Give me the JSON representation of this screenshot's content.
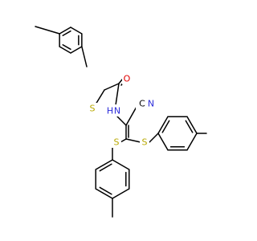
{
  "colors": {
    "background": "#ffffff",
    "bond": "#000000",
    "carbon": "#000000",
    "sulfur": "#b8a800",
    "nitrogen": "#2b2bd9",
    "oxygen": "#e00000"
  },
  "atoms": {
    "s1": {
      "text": "S",
      "element": "sulfur"
    },
    "o1": {
      "text": "O",
      "element": "oxygen"
    },
    "nh": {
      "text": "N",
      "element": "nitrogen"
    },
    "nh_h": {
      "text": "H",
      "element": "nitrogen"
    },
    "cn_c": {
      "text": "C",
      "element": "carbon"
    },
    "cn_n": {
      "text": "N",
      "element": "nitrogen"
    },
    "s2": {
      "text": "S",
      "element": "sulfur"
    },
    "s3": {
      "text": "S",
      "element": "sulfur"
    }
  }
}
